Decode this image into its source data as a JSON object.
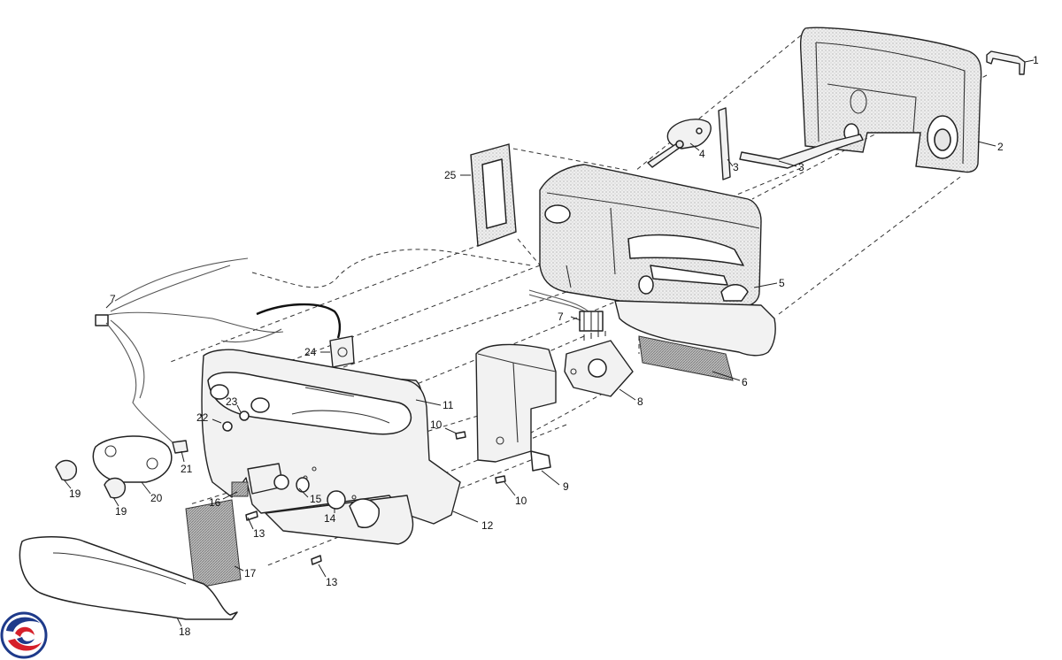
{
  "callouts": [
    {
      "id": "c1",
      "label": "1"
    },
    {
      "id": "c2",
      "label": "2"
    },
    {
      "id": "c3a",
      "label": "3"
    },
    {
      "id": "c3b",
      "label": "3"
    },
    {
      "id": "c4",
      "label": "4"
    },
    {
      "id": "c5",
      "label": "5"
    },
    {
      "id": "c6",
      "label": "6"
    },
    {
      "id": "c7a",
      "label": "7"
    },
    {
      "id": "c7b",
      "label": "7"
    },
    {
      "id": "c8",
      "label": "8"
    },
    {
      "id": "c9",
      "label": "9"
    },
    {
      "id": "c10a",
      "label": "10"
    },
    {
      "id": "c10b",
      "label": "10"
    },
    {
      "id": "c11",
      "label": "11"
    },
    {
      "id": "c12",
      "label": "12"
    },
    {
      "id": "c13a",
      "label": "13"
    },
    {
      "id": "c13b",
      "label": "13"
    },
    {
      "id": "c14",
      "label": "14"
    },
    {
      "id": "c15",
      "label": "15"
    },
    {
      "id": "c16",
      "label": "16"
    },
    {
      "id": "c17",
      "label": "17"
    },
    {
      "id": "c18",
      "label": "18"
    },
    {
      "id": "c19a",
      "label": "19"
    },
    {
      "id": "c19b",
      "label": "19"
    },
    {
      "id": "c20",
      "label": "20"
    },
    {
      "id": "c21",
      "label": "21"
    },
    {
      "id": "c22",
      "label": "22"
    },
    {
      "id": "c23",
      "label": "23"
    },
    {
      "id": "c24",
      "label": "24"
    },
    {
      "id": "c25",
      "label": "25"
    }
  ],
  "logo": {
    "icon": "brand-swirl-logo",
    "colors": [
      "#1e3a8a",
      "#d6202a"
    ]
  }
}
